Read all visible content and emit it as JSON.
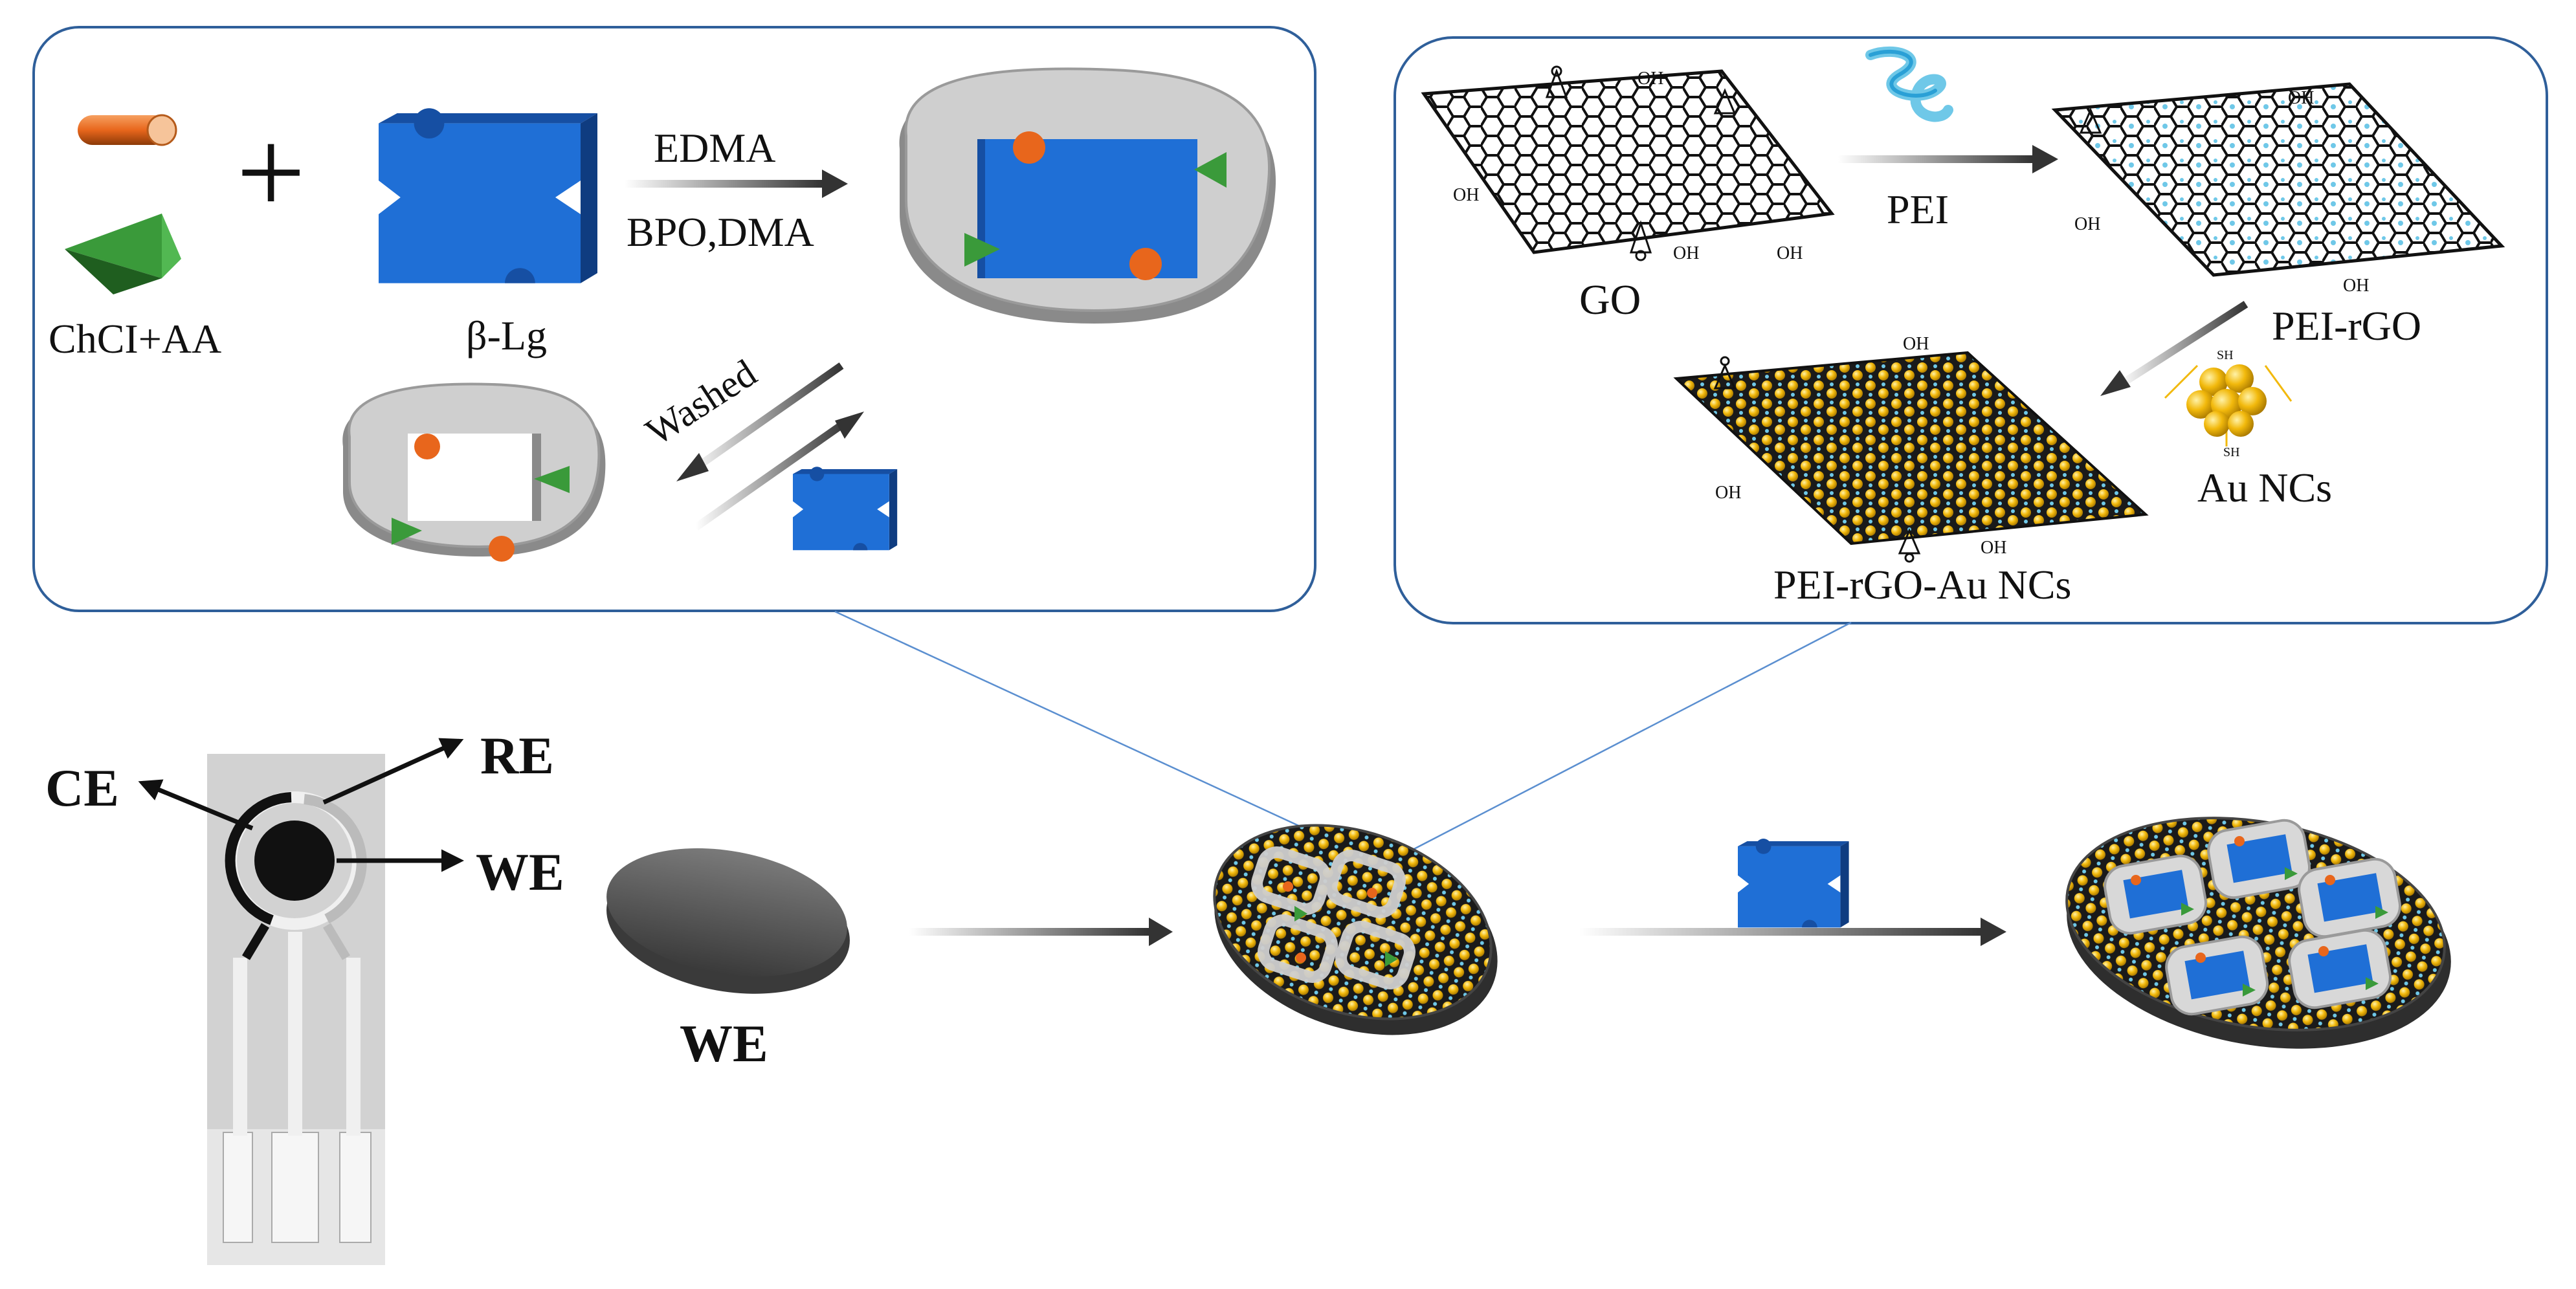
{
  "panel_mip": {
    "monomer_label": "ChCI+AA",
    "template_label": "β-Lg",
    "plus_sign": "+",
    "reagent_top": "EDMA",
    "reagent_bottom": "BPO,DMA",
    "washed_label": "Washed"
  },
  "panel_composite": {
    "go_label": "GO",
    "pei_label": "PEI",
    "pei_rgo_label": "PEI-rGO",
    "au_label": "Au NCs",
    "composite_label": "PEI-rGO-Au NCs",
    "oh": "OH",
    "sh": "SH"
  },
  "electrode": {
    "ce_label": "CE",
    "re_label": "RE",
    "we_label": "WE",
    "we_disc_label": "WE"
  },
  "colors": {
    "panel_border": "#2f5f9a",
    "protein_blue": "#1f6fd6",
    "protein_dark": "#164fa3",
    "monomer_orange": "#e8661c",
    "monomer_green": "#3a9a3a",
    "au_yellow": "#f2b90c",
    "pei_cyan": "#6fc8e8",
    "electrode_gray": "#555555"
  }
}
